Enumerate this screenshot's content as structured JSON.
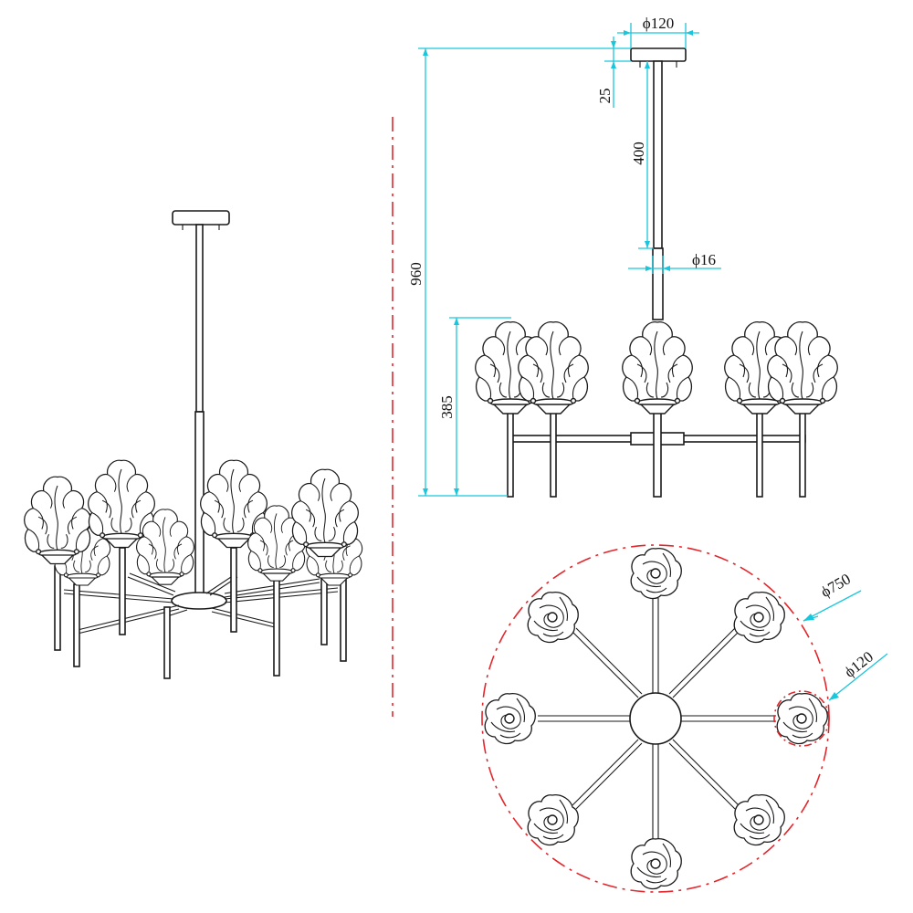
{
  "dimensions": {
    "canopy_diameter": "ϕ120",
    "canopy_height": "25",
    "rod_length": "400",
    "rod_diameter": "ϕ16",
    "total_height": "960",
    "lamp_height": "385",
    "overall_diameter": "ϕ750",
    "shade_diameter": "ϕ120"
  },
  "colors": {
    "line": "#1a1a1a",
    "dimension": "#19c6dc",
    "centerline": "#e3262b",
    "background": "#ffffff"
  }
}
